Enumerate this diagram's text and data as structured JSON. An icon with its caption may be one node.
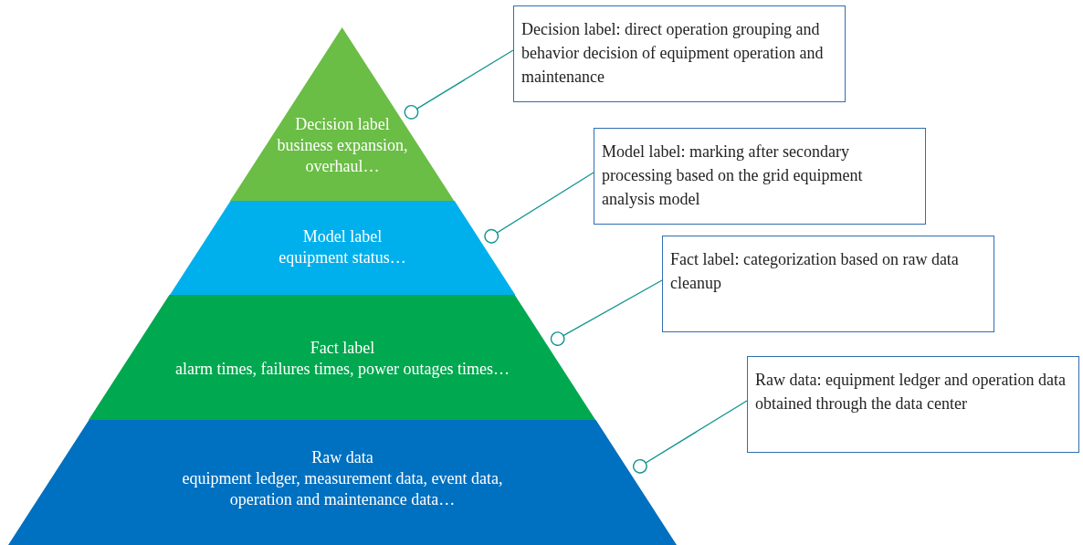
{
  "diagram": {
    "nodes": [
      {
        "text": [
          "Decision label",
          "business expansion, overhaul…"
        ]
      },
      {
        "text": [
          "Model label",
          "equipment status…"
        ]
      },
      {
        "text": [
          "Fact label",
          "alarm times, failures times, power outages times…"
        ]
      },
      {
        "text": [
          "Raw data",
          "equipment ledger, measurement data, event data, operation and maintenance data…"
        ]
      },
      {
        "text": [
          "Decision label: direct operation grouping and behavior decision of equipment operation and maintenance"
        ]
      },
      {
        "text": [
          "Model label: marking after secondary processing based on the grid equipment analysis model"
        ]
      },
      {
        "text": [
          "Fact label: categorization based on raw data cleanup"
        ]
      },
      {
        "text": [
          "Raw data: equipment ledger and operation data obtained through the data center"
        ]
      }
    ],
    "edges": [
      {
        "from": 4,
        "to": 0,
        "arrow": "other"
      },
      {
        "from": 5,
        "to": 1,
        "arrow": "other"
      },
      {
        "from": 6,
        "to": 2,
        "arrow": "other"
      },
      {
        "from": 7,
        "to": 3,
        "arrow": "other"
      }
    ]
  }
}
